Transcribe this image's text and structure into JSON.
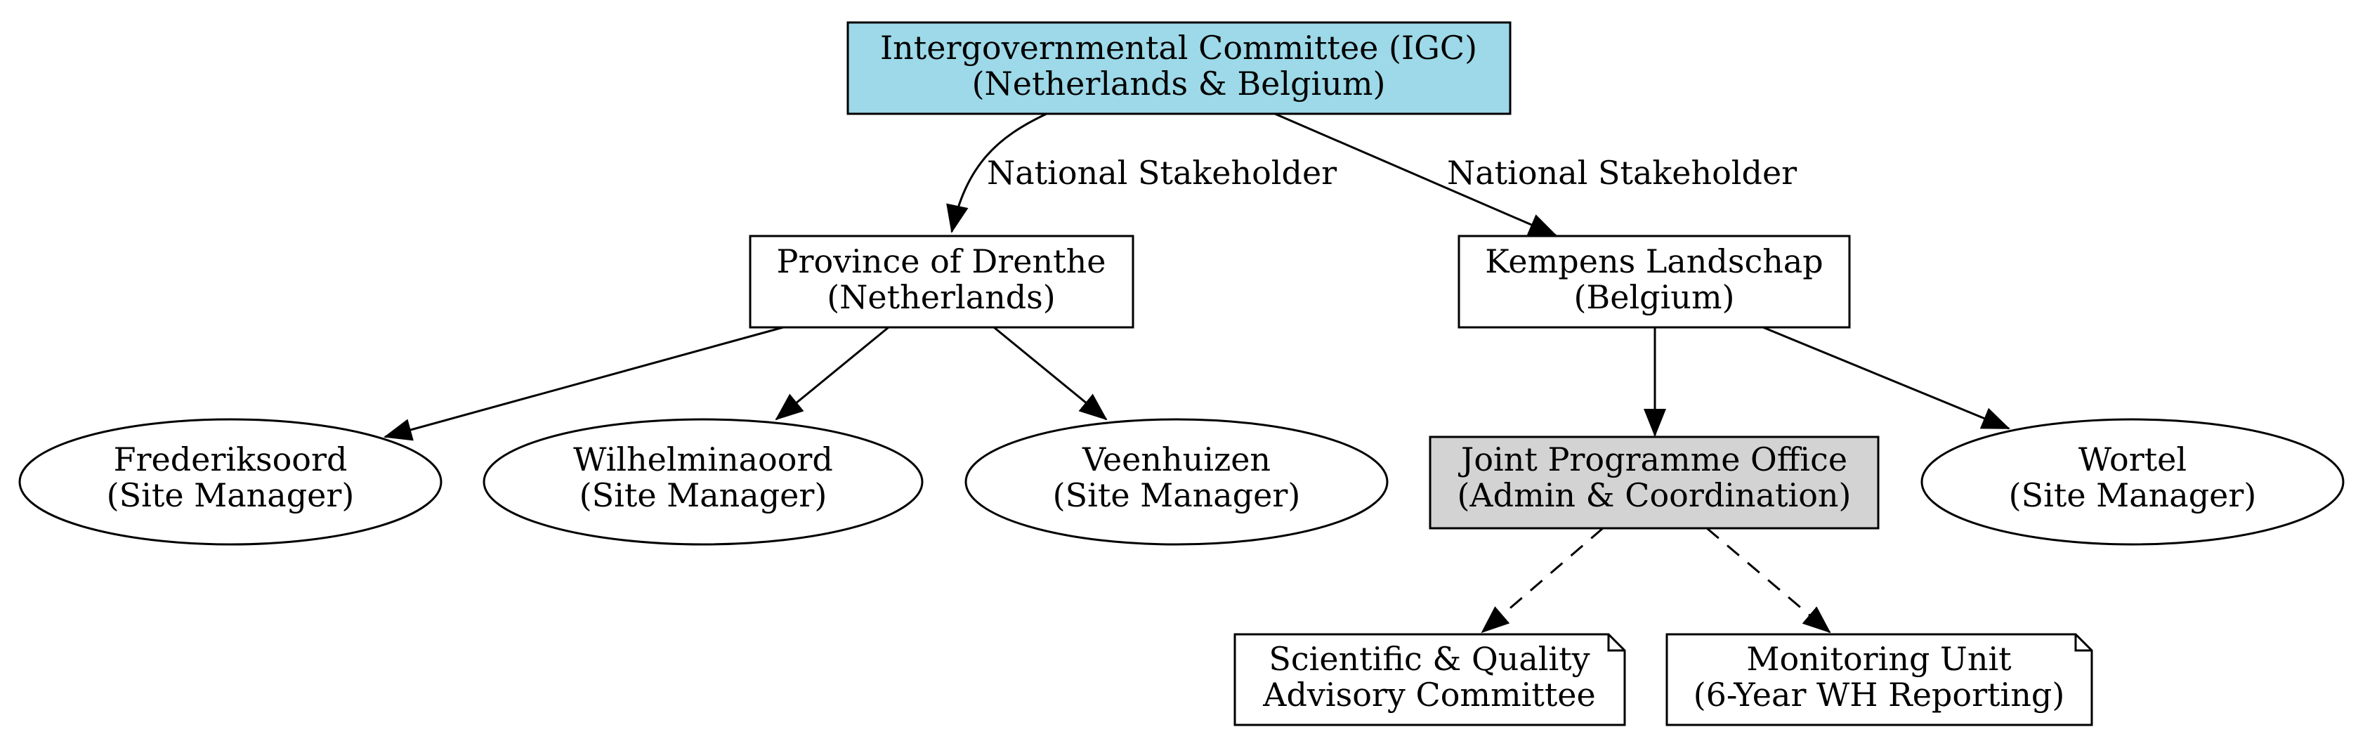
{
  "colors": {
    "igc_fill": "#9dd9e8",
    "office_fill": "#d3d3d3",
    "default_fill": "#ffffff",
    "line": "#000000"
  },
  "nodes": {
    "igc": {
      "line1": "Intergovernmental Committee (IGC)",
      "line2": "(Netherlands & Belgium)"
    },
    "drenthe": {
      "line1": "Province of Drenthe",
      "line2": "(Netherlands)"
    },
    "kempens": {
      "line1": "Kempens Landschap",
      "line2": "(Belgium)"
    },
    "frederiksoord": {
      "line1": "Frederiksoord",
      "line2": "(Site Manager)"
    },
    "wilhelminaoord": {
      "line1": "Wilhelminaoord",
      "line2": "(Site Manager)"
    },
    "veenhuizen": {
      "line1": "Veenhuizen",
      "line2": "(Site Manager)"
    },
    "jpo": {
      "line1": "Joint Programme Office",
      "line2": "(Admin & Coordination)"
    },
    "wortel": {
      "line1": "Wortel",
      "line2": "(Site Manager)"
    },
    "scientific": {
      "line1": "Scientific & Quality",
      "line2": "Advisory Committee"
    },
    "monitoring": {
      "line1": "Monitoring Unit",
      "line2": "(6-Year WH Reporting)"
    }
  },
  "edge_labels": {
    "igc_drenthe": "National Stakeholder",
    "igc_kempens": "National Stakeholder"
  }
}
